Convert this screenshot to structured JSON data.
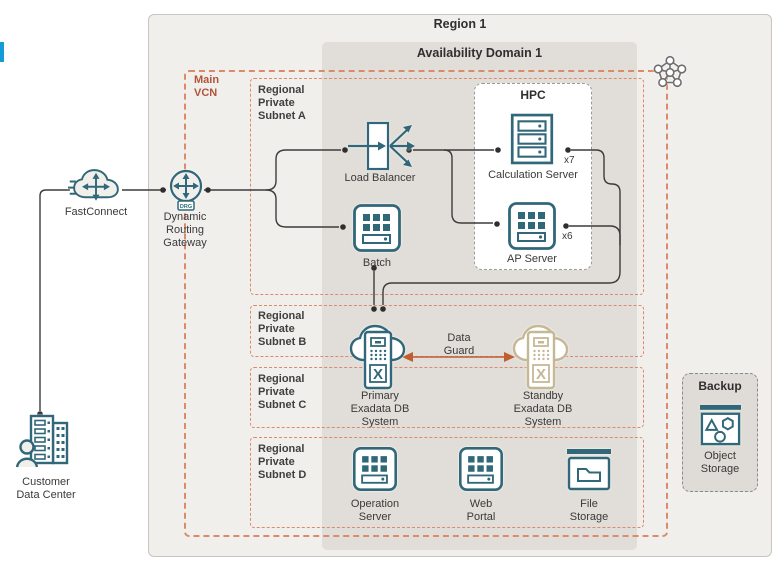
{
  "region": {
    "title": "Region 1"
  },
  "availability_domain": {
    "title": "Availability Domain 1"
  },
  "vcn": {
    "label": "Main\nVCN"
  },
  "subnets": {
    "a": {
      "label": "Regional\nPrivate\nSubnet A"
    },
    "b": {
      "label": "Regional\nPrivate\nSubnet B"
    },
    "c": {
      "label": "Regional\nPrivate\nSubnet C"
    },
    "d": {
      "label": "Regional\nPrivate\nSubnet D"
    }
  },
  "external": {
    "fastconnect_label": "FastConnect",
    "drg_label": "Dynamic\nRouting\nGateway",
    "drg_badge": "DRG",
    "customer_dc_label": "Customer\nData Center"
  },
  "nodes": {
    "load_balancer": "Load Balancer",
    "batch": "Batch",
    "hpc_title": "HPC",
    "calculation_server": "Calculation Server",
    "calculation_count": "x7",
    "ap_server": "AP Server",
    "ap_count": "x6",
    "primary_exadata": "Primary\nExadata DB\nSystem",
    "standby_exadata": "Standby\nExadata DB\nSystem",
    "exadata_x": "X",
    "data_guard": "Data\nGuard",
    "operation_server": "Operation\nServer",
    "web_portal": "Web\nPortal",
    "file_storage": "File\nStorage",
    "backup_title": "Backup",
    "object_storage": "Object\nStorage"
  },
  "colors": {
    "icon_teal": "#316879",
    "standby_tan": "#c6b795",
    "vcn_dash": "#dc8a6a",
    "vcn_label_text": "#b2543a",
    "data_guard_arrow": "#bf5e2e",
    "connector_line": "#3c3c3c",
    "region_fill": "#f1efec",
    "availability_domain_fill": "#e1ddd8",
    "edge_marker_blue": "#149bd8"
  }
}
